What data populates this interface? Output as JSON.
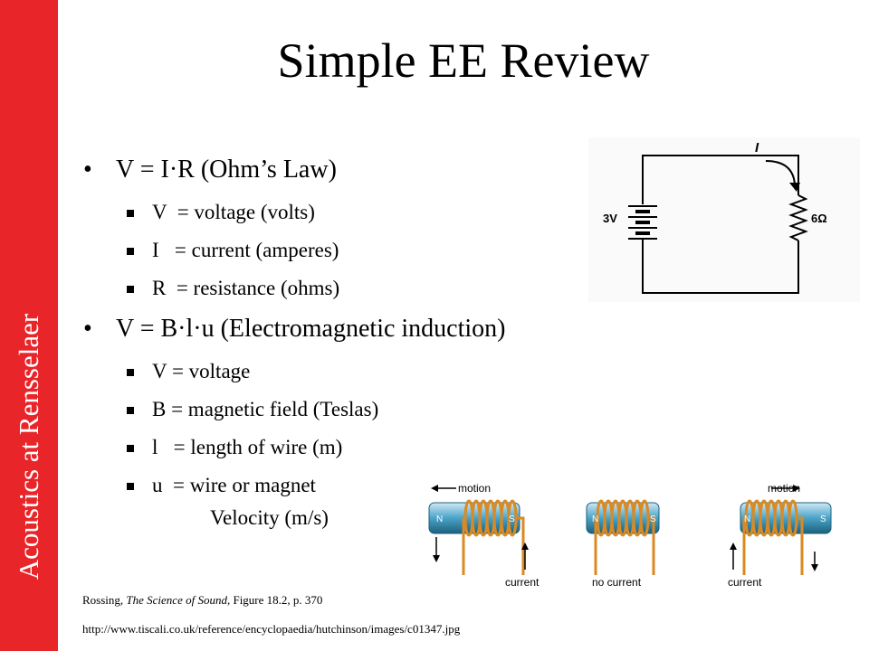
{
  "sidebar": {
    "text": "Acoustics at Rensselaer",
    "color": "#e8262a"
  },
  "title": "Simple EE Review",
  "bullets": [
    {
      "text": "V = I·R (Ohm’s Law)",
      "sub": [
        "V  = voltage (volts)",
        "I   = current (amperes)",
        "R  = resistance (ohms)"
      ]
    },
    {
      "text": "V = B·l·u (Electromagnetic induction)",
      "sub": [
        "V = voltage",
        "B = magnetic field (Teslas)",
        "l   = length of wire (m)",
        "u  = wire or magnet"
      ],
      "continuation": "Velocity (m/s)"
    }
  ],
  "circuit_figure": {
    "current_label": "I",
    "battery_label": "3V",
    "resistor_label": "6Ω"
  },
  "induction_figure": {
    "labels": [
      "motion",
      "current",
      "no current",
      "motion",
      "current"
    ],
    "pole_labels": [
      "N",
      "S",
      "N",
      "S",
      "N",
      "S"
    ]
  },
  "caption": {
    "author": "Rossing, ",
    "book": "The Science of Sound",
    "rest": ", Figure 18.2, p. 370"
  },
  "url": "http://www.tiscali.co.uk/reference/encyclopaedia/hutchinson/images/c01347.jpg"
}
